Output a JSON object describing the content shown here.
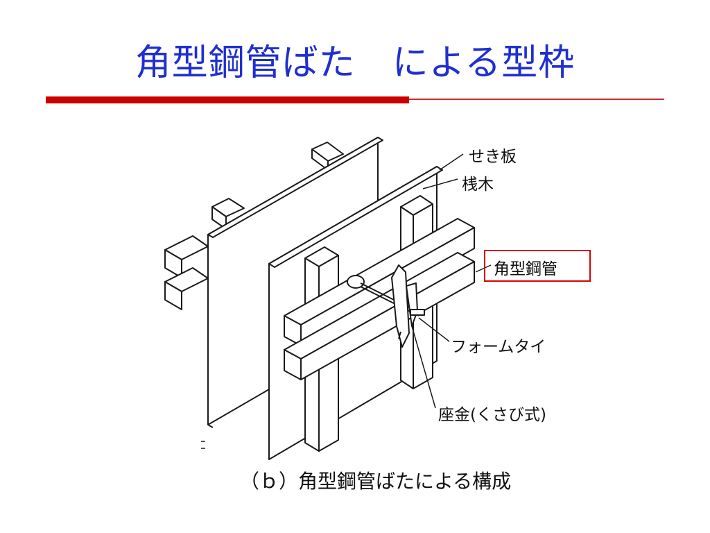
{
  "slide": {
    "title": "角型鋼管ばた　による型枠",
    "accent_color": "#cc0000",
    "title_color": "#1f2fd0"
  },
  "diagram": {
    "labels": {
      "sheathing_board": "せき板",
      "batten": "桟木",
      "square_steel_pipe": "角型鋼管",
      "form_tie": "フォームタイ",
      "wedge_washer": "座金(くさび式)"
    },
    "highlighted_label": "square_steel_pipe",
    "caption": "（ｂ）角型鋼管ばたによる構成"
  }
}
